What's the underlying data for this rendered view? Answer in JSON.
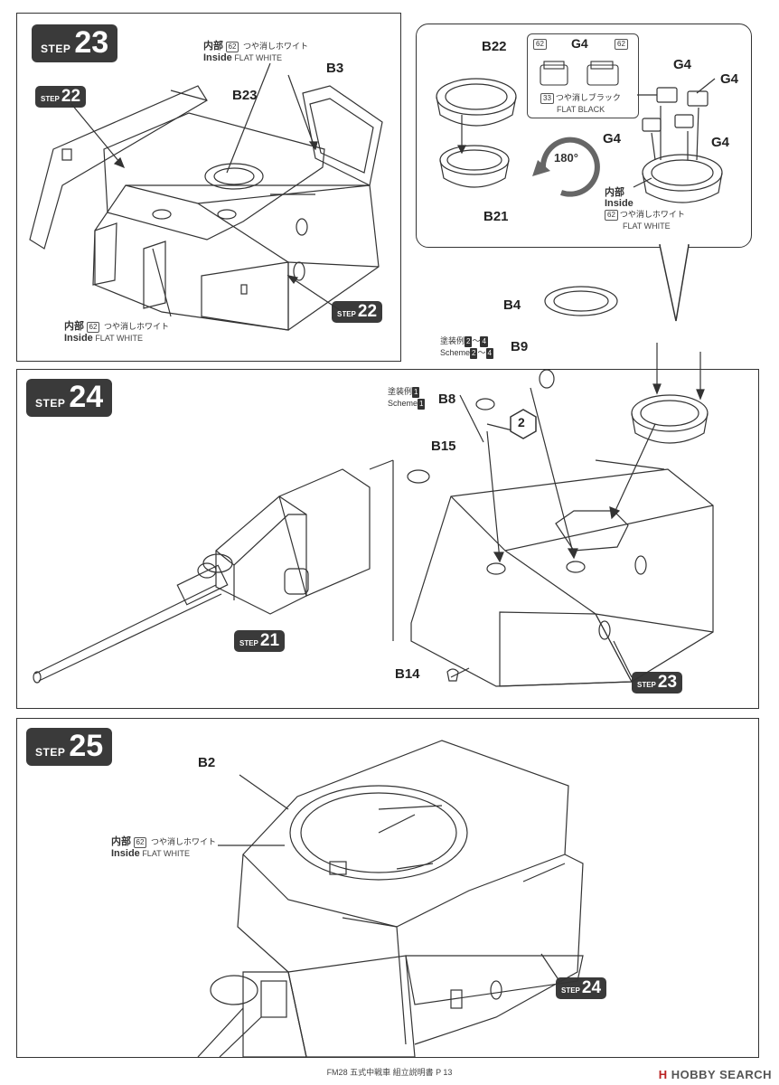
{
  "step_word": "STEP",
  "step23": {
    "number": "23",
    "ref_prev": "22",
    "ref_prev2": "22",
    "parts": {
      "b23": "B23",
      "b3": "B3"
    },
    "note_top": {
      "jp_label": "内部",
      "en_label": "Inside",
      "code": "62",
      "jp_color": "つや消しホワイト",
      "en_color": "FLAT WHITE"
    },
    "note_bottom": {
      "jp_label": "内部",
      "en_label": "Inside",
      "code": "62",
      "jp_color": "つや消しホワイト",
      "en_color": "FLAT WHITE"
    }
  },
  "callout": {
    "parts": {
      "b22": "B22",
      "b21": "B21",
      "g4_a": "G4",
      "g4_b": "G4",
      "g4_c": "G4",
      "g4_d": "G4",
      "g4_e": "G4"
    },
    "code_left": "62",
    "code_right": "62",
    "black_note": {
      "code": "33",
      "jp_color": "つや消しブラック",
      "en_color": "FLAT BLACK"
    },
    "rotation": "180°",
    "inside_note": {
      "jp_label": "内部",
      "en_label": "Inside",
      "code": "62",
      "jp_color": "つや消しホワイト",
      "en_color": "FLAT WHITE"
    }
  },
  "step24": {
    "number": "24",
    "ref_21": "21",
    "ref_23": "23",
    "parts": {
      "b4": "B4",
      "b9": "B9",
      "b8": "B8",
      "b15": "B15",
      "b14": "B14"
    },
    "scheme_b9": {
      "jp": "塗装例",
      "en": "Scheme",
      "range": "2～4",
      "from": "2",
      "to": "4"
    },
    "scheme_b8": {
      "jp": "塗装例",
      "en": "Scheme",
      "value": "1"
    },
    "marker": "2"
  },
  "step25": {
    "number": "25",
    "ref_24": "24",
    "parts": {
      "b2": "B2"
    },
    "note": {
      "jp_label": "内部",
      "en_label": "Inside",
      "code": "62",
      "jp_color": "つや消しホワイト",
      "en_color": "FLAT WHITE"
    }
  },
  "footer": {
    "text": "FM28 五式中戦車 組立説明書  P 13"
  },
  "watermark": {
    "mark": "H",
    "text": "HOBBY SEARCH"
  }
}
